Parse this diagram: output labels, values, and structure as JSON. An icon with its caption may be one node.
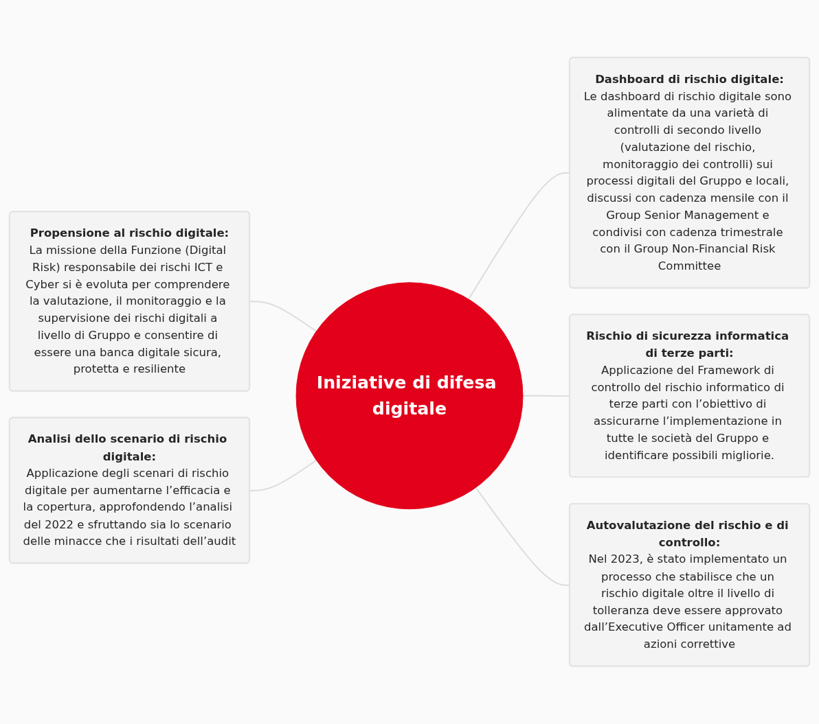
{
  "diagram": {
    "nodes": [
      {
        "text": [
          "Iniziative di difesa digitale"
        ]
      },
      {
        "text": [
          "Propensione al rischio digitale:",
          "La missione della Funzione (Digital Risk) responsabile dei rischi ICT e Cyber si è evoluta per comprendere la valutazione, il monitoraggio e la supervisione dei rischi digitali a livello di Gruppo e consentire di essere una banca digitale sicura, protetta e resiliente"
        ]
      },
      {
        "text": [
          "Dashboard di rischio digitale:",
          "Le dashboard di rischio digitale sono alimentate da una varietà di controlli di secondo livello (valutazione del rischio, monitoraggio dei controlli) sui processi digitali del Gruppo e locali, discussi con cadenza mensile con il Group Senior Management e condivisi con cadenza trimestrale con il Group Non-Financial Risk Committee"
        ]
      },
      {
        "text": [
          "Analisi dello scenario di rischio digitale:",
          "Applicazione degli scenari di rischio digitale per aumentarne l’efficacia e la copertura, approfondendo l’analisi del 2022 e sfruttando sia lo scenario delle minacce che i risultati dell’audit"
        ]
      },
      {
        "text": [
          "Rischio di sicurezza informatica di terze parti:",
          "Applicazione del Framework di controllo del rischio informatico di terze parti con l’obiettivo di assicurarne l’implementazione in tutte le società del Gruppo e identificare possibili migliorie."
        ]
      },
      {
        "text": [
          "Autovalutazione del rischio e di controllo:",
          "Nel 2023, è stato implementato un processo che stabilisce che un rischio digitale oltre il livello di tolleranza deve essere approvato dall’Executive Officer unitamente ad azioni correttive"
        ]
      }
    ],
    "edges": [
      {
        "from": 1,
        "to": 0,
        "arrow": "none"
      },
      {
        "from": 0,
        "to": 2,
        "arrow": "none"
      },
      {
        "from": 3,
        "to": 0,
        "arrow": "none"
      },
      {
        "from": 0,
        "to": 4,
        "arrow": "none"
      },
      {
        "from": 0,
        "to": 5,
        "arrow": "none"
      }
    ]
  }
}
